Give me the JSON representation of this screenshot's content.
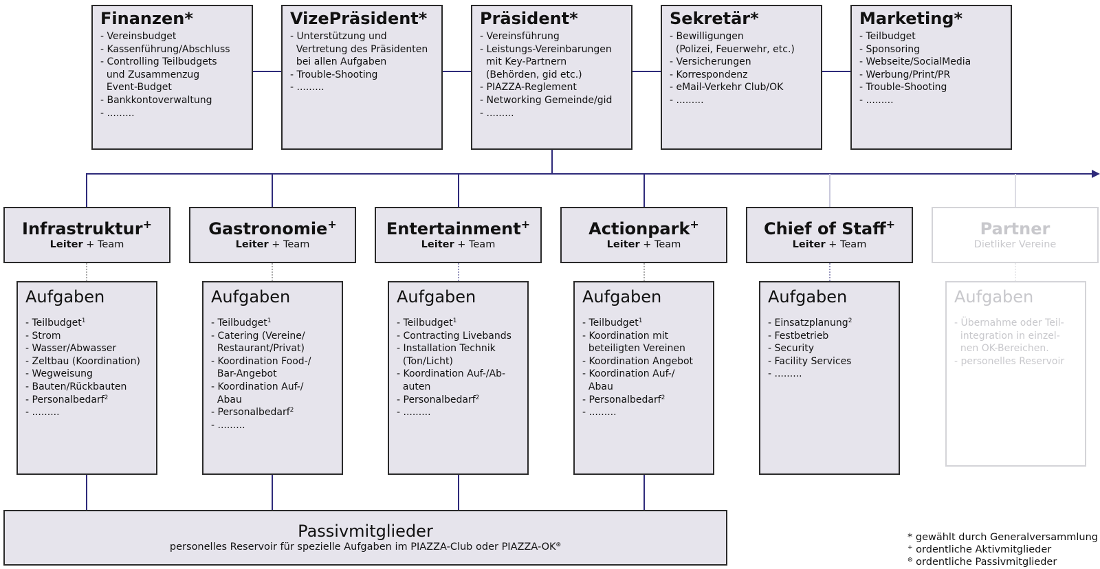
{
  "board": [
    {
      "title": "Finanzen*",
      "items": [
        "- Vereinsbudget",
        "- Kassenführung/Abschluss",
        "- Controlling Teilbudgets",
        "  und Zusammenzug",
        "  Event-Budget",
        "- Bankkontoverwaltung",
        "- ........."
      ]
    },
    {
      "title": "VizePräsident*",
      "items": [
        "- Unterstützung und",
        "  Vertretung des Präsidenten",
        "  bei allen Aufgaben",
        "- Trouble-Shooting",
        "- ........."
      ]
    },
    {
      "title": "Präsident*",
      "items": [
        "- Vereinsführung",
        "- Leistungs-Vereinbarungen",
        "  mit Key-Partnern",
        "  (Behörden, gid etc.)",
        "- PIAZZA-Reglement",
        "- Networking Gemeinde/gid",
        "- ........."
      ]
    },
    {
      "title": "Sekretär*",
      "items": [
        "- Bewilligungen",
        "  (Polizei, Feuerwehr, etc.)",
        "- Versicherungen",
        "- Korrespondenz",
        "- eMail-Verkehr Club/OK",
        "- ........."
      ]
    },
    {
      "title": "Marketing*",
      "items": [
        "- Teilbudget",
        "- Sponsoring",
        "- Webseite/SocialMedia",
        "- Werbung/Print/PR",
        "- Trouble-Shooting",
        "- ........."
      ]
    }
  ],
  "departments": [
    {
      "title": "Infrastruktur",
      "mark": "+",
      "leader": "Leiter",
      "sub_rest": " + Team"
    },
    {
      "title": "Gastronomie",
      "mark": "+",
      "leader": "Leiter",
      "sub_rest": " + Team"
    },
    {
      "title": "Entertainment",
      "mark": "+",
      "leader": "Leiter",
      "sub_rest": " + Team"
    },
    {
      "title": "Actionpark",
      "mark": "+",
      "leader": "Leiter",
      "sub_rest": " + Team"
    },
    {
      "title": "Chief of Staff",
      "mark": "+",
      "leader": "Leiter",
      "sub_rest": " + Team"
    },
    {
      "title": "Partner",
      "mark": "",
      "leader": "",
      "sub_rest": "Dietliker Vereine"
    }
  ],
  "tasks": [
    {
      "title": "Aufgaben",
      "items": [
        {
          "text": "- Teilbudget",
          "sup": "1"
        },
        {
          "text": "- Strom"
        },
        {
          "text": "- Wasser/Abwasser"
        },
        {
          "text": "- Zeltbau (Koordination)"
        },
        {
          "text": "- Wegweisung"
        },
        {
          "text": "- Bauten/Rückbauten"
        },
        {
          "text": "- Personalbedarf",
          "sup": "2"
        },
        {
          "text": "- ........."
        }
      ]
    },
    {
      "title": "Aufgaben",
      "items": [
        {
          "text": "- Teilbudget",
          "sup": "1"
        },
        {
          "text": "- Catering (Vereine/"
        },
        {
          "text": "  Restaurant/Privat)"
        },
        {
          "text": "- Koordination Food-/"
        },
        {
          "text": "  Bar-Angebot"
        },
        {
          "text": "- Koordination Auf-/"
        },
        {
          "text": "  Abau"
        },
        {
          "text": "- Personalbedarf",
          "sup": "2"
        },
        {
          "text": "- ........."
        }
      ]
    },
    {
      "title": "Aufgaben",
      "items": [
        {
          "text": "- Teilbudget",
          "sup": "1"
        },
        {
          "text": "- Contracting Livebands"
        },
        {
          "text": "- Installation Technik"
        },
        {
          "text": "  (Ton/Licht)"
        },
        {
          "text": "- Koordination Auf-/Ab-"
        },
        {
          "text": "  auten"
        },
        {
          "text": "- Personalbedarf",
          "sup": "2"
        },
        {
          "text": "- ........."
        }
      ]
    },
    {
      "title": "Aufgaben",
      "items": [
        {
          "text": "- Teilbudget",
          "sup": "1"
        },
        {
          "text": "- Koordination mit"
        },
        {
          "text": "  beteiligten Vereinen"
        },
        {
          "text": "- Koordination Angebot"
        },
        {
          "text": "- Koordination Auf-/"
        },
        {
          "text": "  Abau"
        },
        {
          "text": "- Personalbedarf",
          "sup": "2"
        },
        {
          "text": "- ........."
        }
      ]
    },
    {
      "title": "Aufgaben",
      "items": [
        {
          "text": "- Einsatzplanung",
          "sup": "2"
        },
        {
          "text": "- Festbetrieb"
        },
        {
          "text": "- Security"
        },
        {
          "text": "- Facility Services"
        },
        {
          "text": "- ........."
        }
      ]
    },
    {
      "title": "Aufgaben",
      "items": [
        {
          "text": "- Übernahme oder Teil-"
        },
        {
          "text": "  integration in einzel-"
        },
        {
          "text": "  nen OK-Bereichen."
        },
        {
          "text": "- personelles Reservoir"
        }
      ]
    }
  ],
  "passive": {
    "title": "Passivmitglieder",
    "subtitle": "personelles Reservoir für spezielle Aufgaben im PIAZZA-Club oder PIAZZA-OK",
    "subtitle_mark": "⊛"
  },
  "legend": [
    {
      "mark": "*",
      "text": " gewählt durch Generalversammlung"
    },
    {
      "mark": "+",
      "text": " ordentliche Aktivmitglieder"
    },
    {
      "mark": "⊛",
      "text": " ordentliche Passivmitglieder"
    }
  ],
  "colors": {
    "line": "#2e2a7a",
    "box_fill": "#e6e4ec",
    "box_border": "#2a2a2a",
    "faded": "#d4d4d8"
  }
}
